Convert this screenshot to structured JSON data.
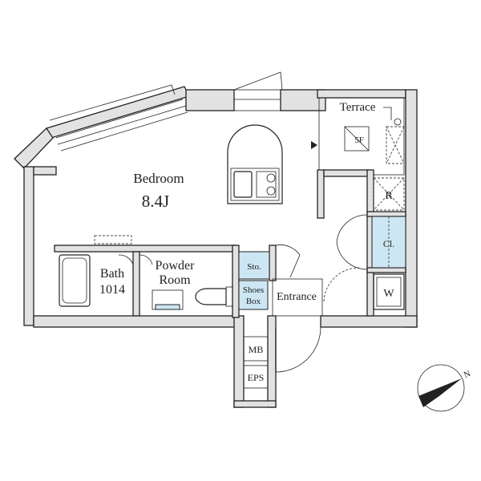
{
  "rooms": {
    "bedroom": {
      "name": "Bedroom",
      "size": "8.4J"
    },
    "bath": {
      "name": "Bath",
      "code": "1014"
    },
    "powder_room": {
      "line1": "Powder",
      "line2": "Room"
    },
    "terrace": {
      "name": "Terrace"
    },
    "entrance": {
      "name": "Entrance"
    }
  },
  "labels": {
    "storage": "Sto.",
    "shoes_box_line1": "Shoes",
    "shoes_box_line2": "Box",
    "refrigerator": "R",
    "closet": "Cl.",
    "washer": "W",
    "mb": "MB",
    "eps": "EPS",
    "floor": "5F"
  },
  "compass": {
    "north_label": "N"
  },
  "colors": {
    "wall_fill": "#e2e2e2",
    "storage_fill": "#cde6f4",
    "line": "#222222"
  }
}
